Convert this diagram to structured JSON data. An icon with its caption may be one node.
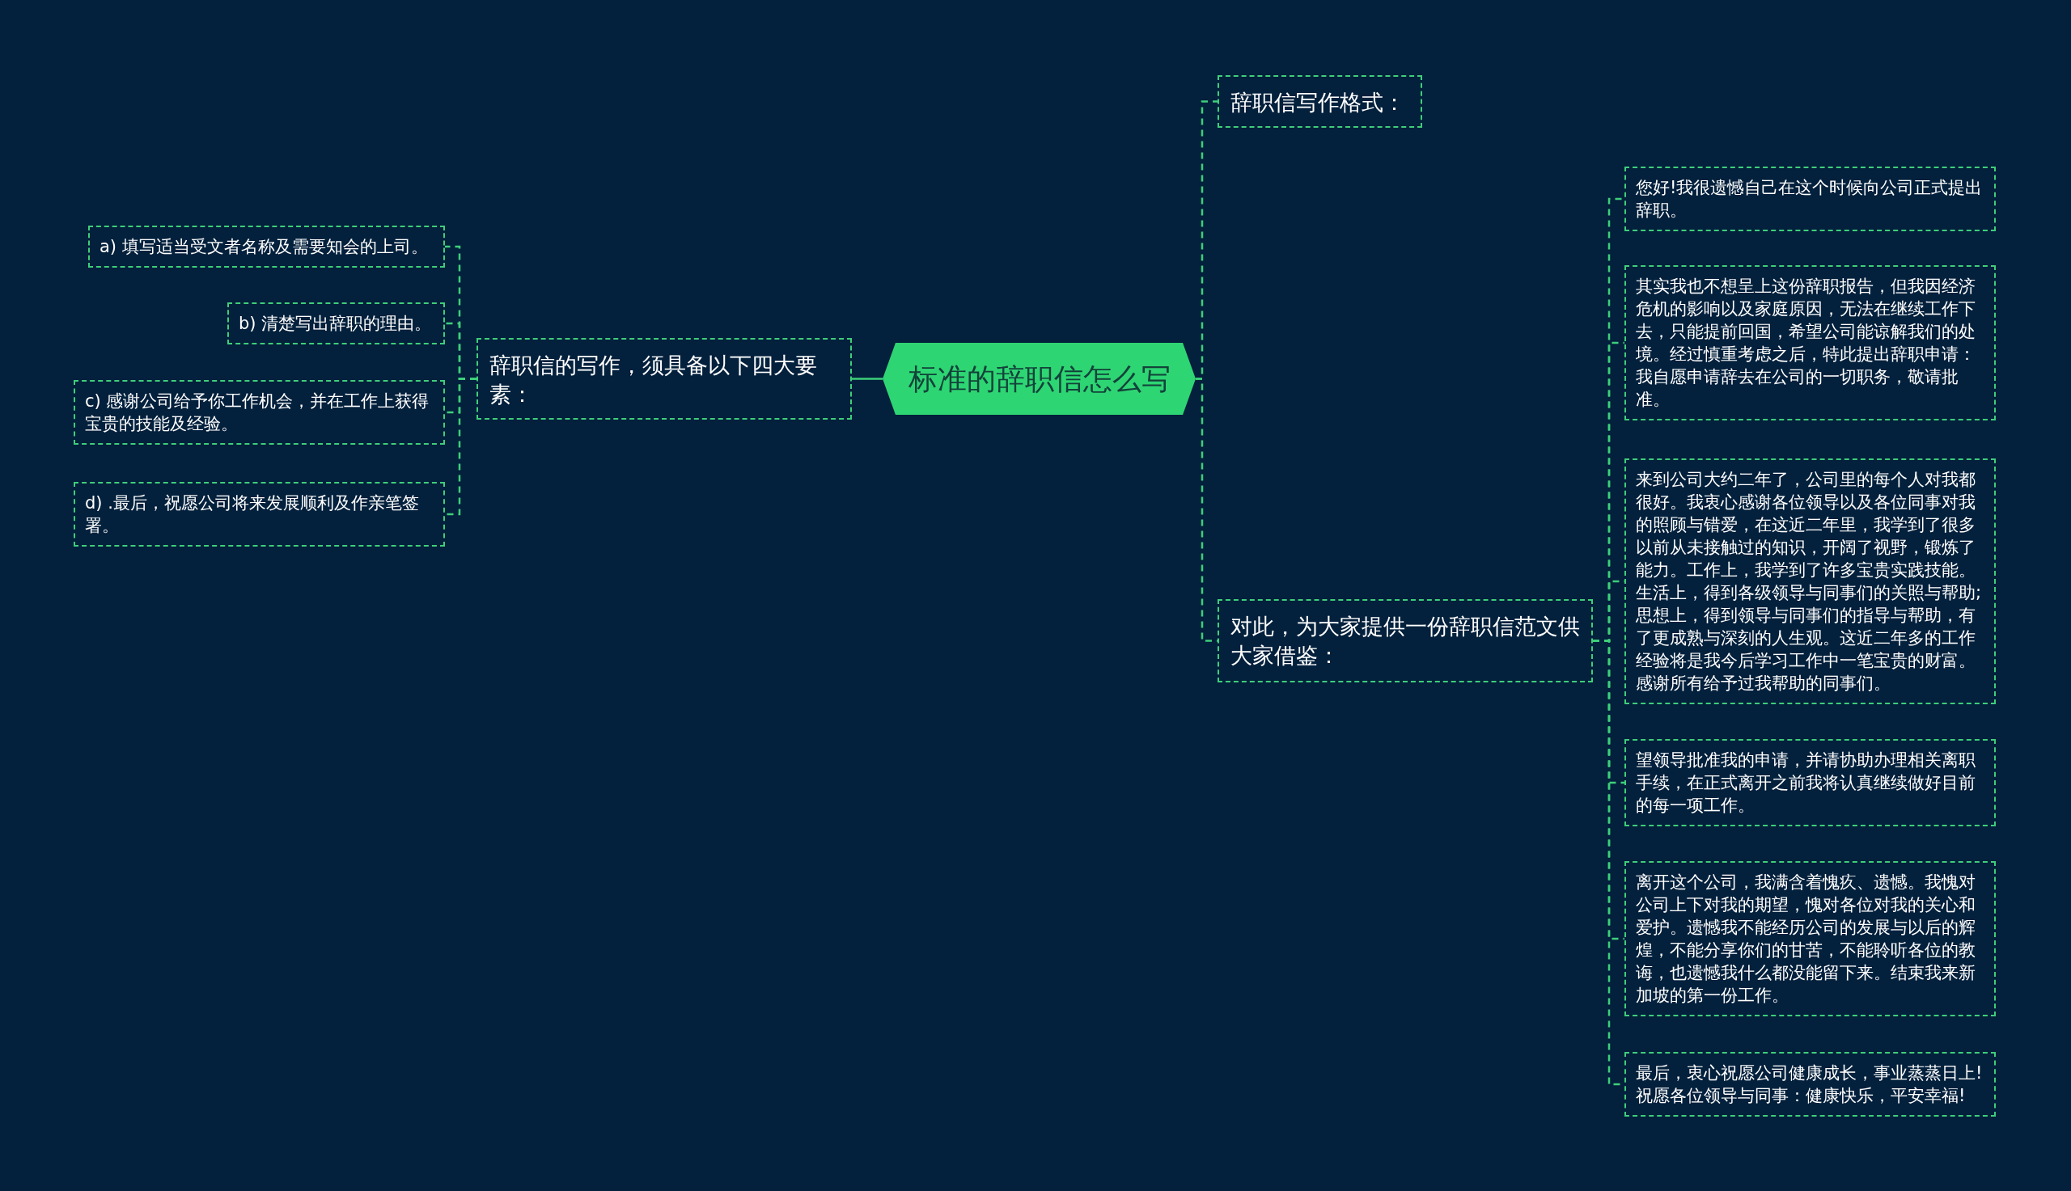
{
  "diagram": {
    "nodes": [
      {
        "text": [
          "标准的辞职信怎么写"
        ]
      },
      {
        "text": [
          "辞职信的写作，须具备以下四大要素："
        ]
      },
      {
        "text": [
          "a) 填写适当受文者名称及需要知会的上司。"
        ]
      },
      {
        "text": [
          "b) 清楚写出辞职的理由。"
        ]
      },
      {
        "text": [
          "c) 感谢公司给予你工作机会，并在工作上获得宝贵的技能及经验。"
        ]
      },
      {
        "text": [
          "d) .最后，祝愿公司将来发展顺利及作亲笔签署。"
        ]
      },
      {
        "text": [
          "辞职信写作格式："
        ]
      },
      {
        "text": [
          "对此，为大家提供一份辞职信范文供大家借鉴："
        ]
      },
      {
        "text": [
          "您好!我很遗憾自己在这个时候向公司正式提出辞职。"
        ]
      },
      {
        "text": [
          "其实我也不想呈上这份辞职报告，但我因经济危机的影响以及家庭原因，无法在继续工作下去，只能提前回国，希望公司能谅解我们的处境。经过慎重考虑之后，特此提出辞职申请：我自愿申请辞去在公司的一切职务，敬请批准。"
        ]
      },
      {
        "text": [
          "来到公司大约二年了，公司里的每个人对我都很好。我衷心感谢各位领导以及各位同事对我的照顾与错爱，在这近二年里，我学到了很多以前从未接触过的知识，开阔了视野，锻炼了能力。工作上，我学到了许多宝贵实践技能。生活上，得到各级领导与同事们的关照与帮助;思想上，得到领导与同事们的指导与帮助，有了更成熟与深刻的人生观。这近二年多的工作经验将是我今后学习工作中一笔宝贵的财富。感谢所有给予过我帮助的同事们。"
        ]
      },
      {
        "text": [
          "望领导批准我的申请，并请协助办理相关离职手续，在正式离开之前我将认真继续做好目前的每一项工作。"
        ]
      },
      {
        "text": [
          "离开这个公司，我满含着愧疚、遗憾。我愧对公司上下对我的期望，愧对各位对我的关心和爱护。遗憾我不能经历公司的发展与以后的辉煌，不能分享你们的甘苦，不能聆听各位的教诲，也遗憾我什么都没能留下来。结束我来新加坡的第一份工作。"
        ]
      },
      {
        "text": [
          "最后，衷心祝愿公司健康成长，事业蒸蒸日上!祝愿各位领导与同事：健康快乐，平安幸福!"
        ]
      }
    ],
    "edges": [
      {
        "from": 0,
        "to": 1,
        "arrow": "none"
      },
      {
        "from": 1,
        "to": 2,
        "arrow": "none",
        "style": "dashed"
      },
      {
        "from": 1,
        "to": 3,
        "arrow": "none",
        "style": "dashed"
      },
      {
        "from": 1,
        "to": 4,
        "arrow": "none",
        "style": "dashed"
      },
      {
        "from": 1,
        "to": 5,
        "arrow": "none",
        "style": "dashed"
      },
      {
        "from": 0,
        "to": 6,
        "arrow": "none",
        "style": "dashed"
      },
      {
        "from": 0,
        "to": 7,
        "arrow": "none",
        "style": "dashed"
      },
      {
        "from": 7,
        "to": 8,
        "arrow": "none",
        "style": "dashed"
      },
      {
        "from": 7,
        "to": 9,
        "arrow": "none",
        "style": "dashed"
      },
      {
        "from": 7,
        "to": 10,
        "arrow": "none",
        "style": "dashed"
      },
      {
        "from": 7,
        "to": 11,
        "arrow": "none",
        "style": "dashed"
      },
      {
        "from": 7,
        "to": 12,
        "arrow": "none",
        "style": "dashed"
      },
      {
        "from": 7,
        "to": 13,
        "arrow": "none",
        "style": "dashed"
      }
    ]
  }
}
